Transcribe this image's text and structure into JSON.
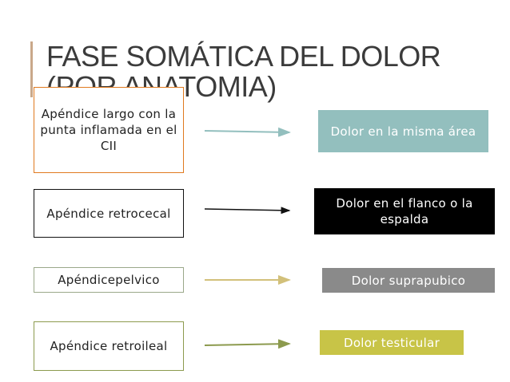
{
  "title": "FASE SOMÁTICA DEL DOLOR\n(POR ANATOMIA)",
  "left_boxes": [
    {
      "label": "Apéndice largo con la punta inflamada en el CII"
    },
    {
      "label": "Apéndice retrocecal"
    },
    {
      "label": "Apéndicepelvico"
    },
    {
      "label": "Apéndice retroileal"
    }
  ],
  "right_boxes": [
    {
      "label": "Dolor en la misma área",
      "color": "#93bfbe"
    },
    {
      "label": "Dolor en el flanco o la espalda",
      "color": "#000000"
    },
    {
      "label": "Dolor suprapubico",
      "color": "#8a8a8a"
    },
    {
      "label": "Dolor testicular",
      "color": "#c8c447"
    }
  ],
  "arrow_colors": [
    "#93bfbe",
    "#111111",
    "#d2c07a",
    "#8c9a4e"
  ]
}
